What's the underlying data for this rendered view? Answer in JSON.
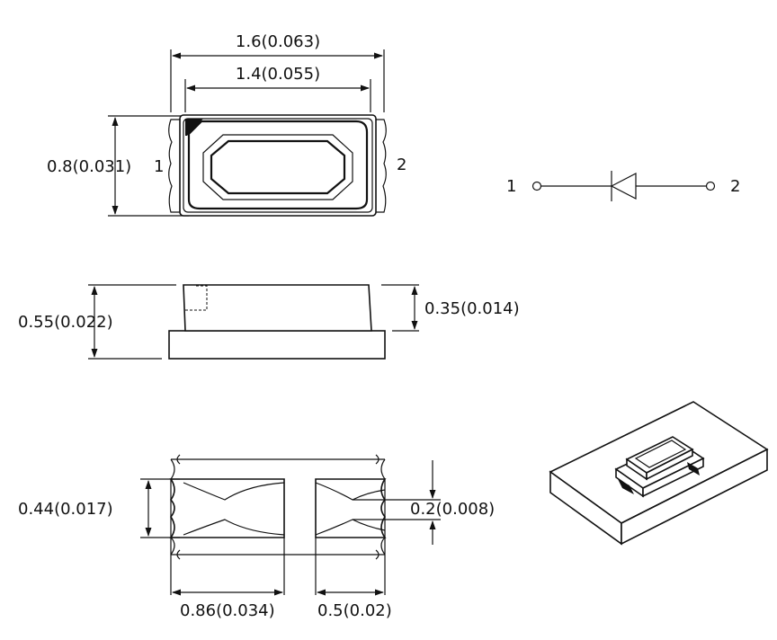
{
  "top_view": {
    "dim_width_outer": "1.6(0.063)",
    "dim_width_inner": "1.4(0.055)",
    "dim_height": "0.8(0.031)",
    "pin_1": "1",
    "pin_2": "2"
  },
  "schematic": {
    "pin_1": "1",
    "pin_2": "2"
  },
  "side_view": {
    "dim_total_height": "0.55(0.022)",
    "dim_body_height": "0.35(0.014)"
  },
  "pad_view": {
    "dim_pad_height": "0.44(0.017)",
    "dim_gap_height": "0.2(0.008)",
    "dim_pad_width": "0.86(0.034)",
    "dim_gap_width": "0.5(0.02)"
  },
  "colors": {
    "line": "#111111",
    "background": "#ffffff"
  }
}
